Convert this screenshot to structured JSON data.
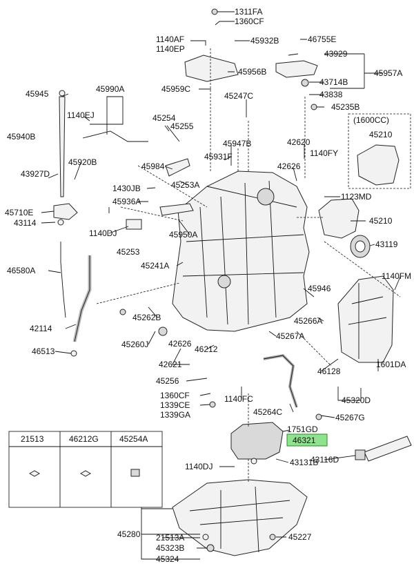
{
  "diagram": {
    "labels": {
      "1311FA": "1311FA",
      "1360CF_top": "1360CF",
      "1140AF": "1140AF",
      "1140EP": "1140EP",
      "45932B": "45932B",
      "46755E": "46755E",
      "43929": "43929",
      "45956B": "45956B",
      "45957A": "45957A",
      "45945": "45945",
      "45990A": "45990A",
      "45959C": "45959C",
      "43714B": "43714B",
      "43838": "43838",
      "45247C": "45247C",
      "45235B": "45235B",
      "1140EJ": "1140EJ",
      "45254": "45254",
      "45255": "45255",
      "1600CC": "(1600CC)",
      "45210_inset": "45210",
      "45940B": "45940B",
      "45947B": "45947B",
      "42620": "42620",
      "1140FY": "1140FY",
      "45920B": "45920B",
      "45984": "45984",
      "45931F": "45931F",
      "42626_top": "42626",
      "43927D": "43927D",
      "1430JB": "1430JB",
      "45253A": "45253A",
      "45936A": "45936A",
      "1123MD": "1123MD",
      "45710E": "45710E",
      "43114": "43114",
      "1140DJ_left": "1140DJ",
      "45253": "45253",
      "45950A": "45950A",
      "45210_main": "45210",
      "43119": "43119",
      "46580A": "46580A",
      "45241A": "45241A",
      "1140FM": "1140FM",
      "45946": "45946",
      "42114": "42114",
      "45262B": "45262B",
      "45266A": "45266A",
      "45260J": "45260J",
      "42626_mid": "42626",
      "45267A": "45267A",
      "46513": "46513",
      "42621": "42621",
      "46212": "46212",
      "46128": "46128",
      "1601DA": "1601DA",
      "45256": "45256",
      "1360CF_bot": "1360CF",
      "1140FC": "1140FC",
      "45264C": "45264C",
      "45320D": "45320D",
      "1339CE": "1339CE",
      "1339GA": "1339GA",
      "45267G": "45267G",
      "1751GD": "1751GD",
      "46321": "46321",
      "43116D": "43116D",
      "1140DJ_bot": "1140DJ",
      "43131B": "43131B",
      "45280": "45280",
      "21513A": "21513A",
      "45323B": "45323B",
      "45227": "45227",
      "45324": "45324"
    },
    "legend": {
      "headers": [
        "21513",
        "46212G",
        "45254A"
      ]
    },
    "colors": {
      "highlight": "#8fe38f",
      "ink": "#111111"
    }
  }
}
